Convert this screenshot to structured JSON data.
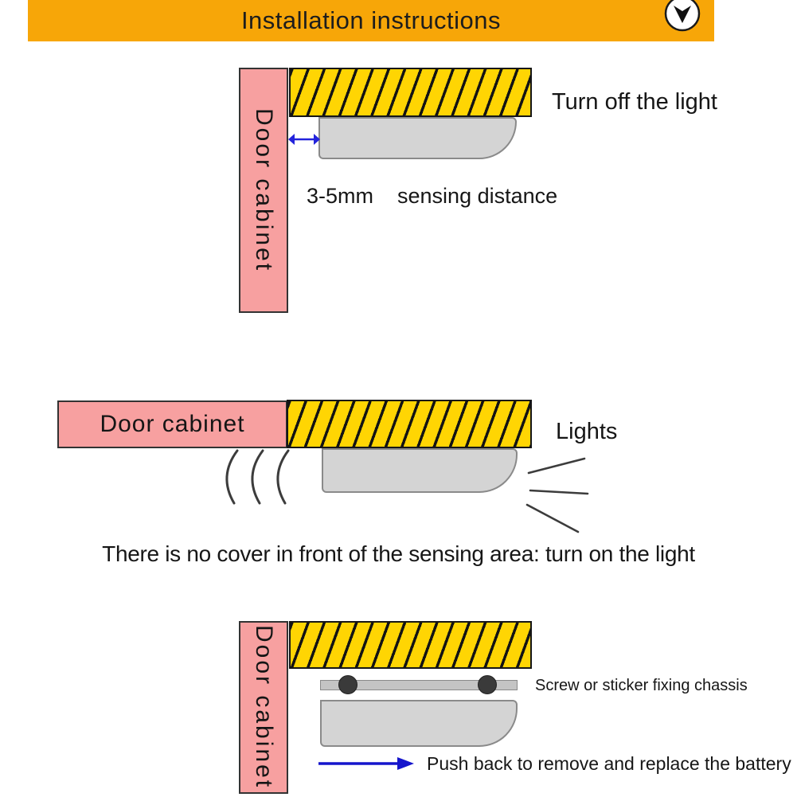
{
  "header": {
    "title": "Installation instructions"
  },
  "colors": {
    "header_orange": "#F7A608",
    "cabinet_pink": "#F7A0A0",
    "hatch_yellow": "#FFD503",
    "fixture_gray": "#D4D4D4",
    "fixture_border": "#8A8A8A",
    "arrow_blue": "#2323DC",
    "ink": "#1B1B1B"
  },
  "diagram1": {
    "cabinet_label": "Door cabinet",
    "distance_value": "3-5mm",
    "distance_text": "sensing distance",
    "caption": "Turn off the light"
  },
  "diagram2": {
    "cabinet_label": "Door cabinet",
    "caption": "Lights"
  },
  "middle_note": "There is no cover in front of the sensing area: turn on the light",
  "diagram3": {
    "cabinet_label": "Door cabinet",
    "chassis_label": "Screw or sticker fixing chassis",
    "battery_label": "Push back to remove and replace the battery"
  }
}
